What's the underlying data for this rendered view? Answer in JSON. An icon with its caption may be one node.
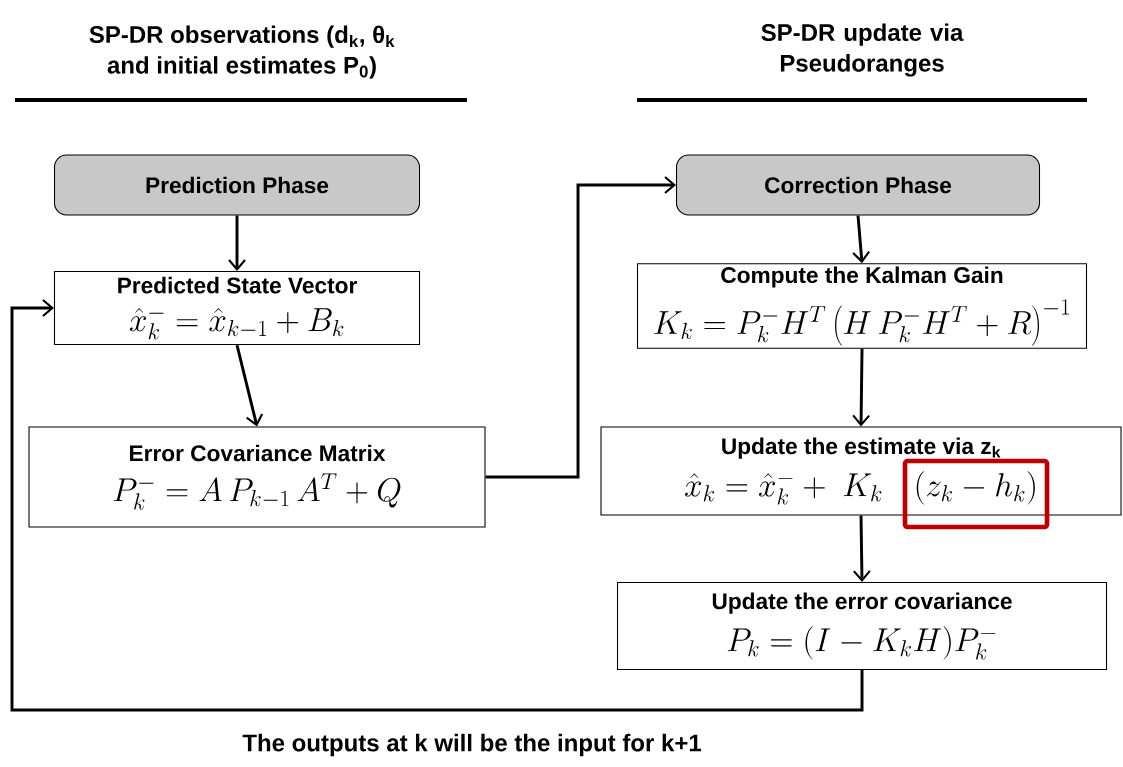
{
  "diagram": {
    "caption": "The outputs at k will be the input for k+1",
    "nodes": [
      {
        "text": [
          "Prediction Phase"
        ]
      },
      {
        "text": [
          "Predicted State Vector",
          "\\hat{x}_k^- = \\hat{x}_{k-1} + B_k"
        ]
      },
      {
        "text": [
          "Error Covariance Matrix",
          "P_k^- = A\\,P_{k-1}\\,A^T + Q"
        ]
      },
      {
        "text": [
          "Correction Phase"
        ]
      },
      {
        "text": [
          "Compute the Kalman Gain",
          "K_k = P_k^- H^T\\left(H\\,P_k^- H^T + R\\right)^{-1}"
        ]
      },
      {
        "text": [
          "Update the estimate via z$_{k}$",
          "\\hat{x}_k = \\hat{x}_k^- +\\ K_k\\quad(z_k - h_k)"
        ]
      },
      {
        "text": [],
        "shape": "box"
      },
      {
        "text": [
          "Update the error covariance",
          "P_k = (I - K_k H) P_k^-"
        ]
      }
    ],
    "edges": [
      {
        "from": 0,
        "to": 1,
        "arrow": "to"
      },
      {
        "from": 1,
        "to": 2,
        "arrow": "to"
      },
      {
        "from": 2,
        "to": 3,
        "arrow": "to"
      },
      {
        "from": 3,
        "to": 4,
        "arrow": "to"
      },
      {
        "from": 4,
        "to": 5,
        "arrow": "to"
      },
      {
        "from": 5,
        "to": 7,
        "arrow": "to"
      },
      {
        "from": 7,
        "to": 1,
        "arrow": "to"
      }
    ],
    "labels": [
      "SP-DR observations (d$_{k}$, θ$_{k}$ and initial estimates P$_{0}$)",
      "SP-DR update via Pseudoranges"
    ]
  }
}
